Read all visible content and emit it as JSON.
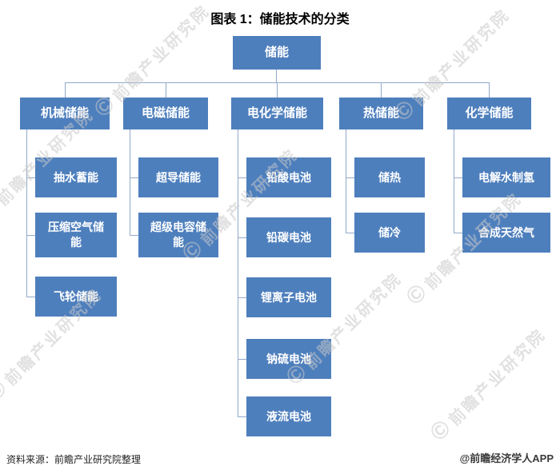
{
  "title": "图表 1：储能技术的分类",
  "root": "储能",
  "branches": [
    {
      "label": "机械储能",
      "children": [
        "抽水蓄能",
        "压缩空气储能",
        "飞轮储能"
      ]
    },
    {
      "label": "电磁储能",
      "children": [
        "超导储能",
        "超级电容储能"
      ]
    },
    {
      "label": "电化学储能",
      "children": [
        "铅酸电池",
        "铅碳电池",
        "锂离子电池",
        "钠硫电池",
        "液流电池"
      ]
    },
    {
      "label": "热储能",
      "children": [
        "储热",
        "储冷"
      ]
    },
    {
      "label": "化学储能",
      "children": [
        "电解水制氢",
        "合成天然气"
      ]
    }
  ],
  "footer": {
    "source": "资料来源：前瞻产业研究院整理",
    "brand": "@前瞻经济学人APP"
  },
  "watermark": {
    "symbol": "©",
    "text": "前瞻产业研究院"
  },
  "colors": {
    "box": "#4e7fbd",
    "box_text": "#ffffff",
    "line": "#92a9cb",
    "watermark": "#c9c9c9"
  }
}
